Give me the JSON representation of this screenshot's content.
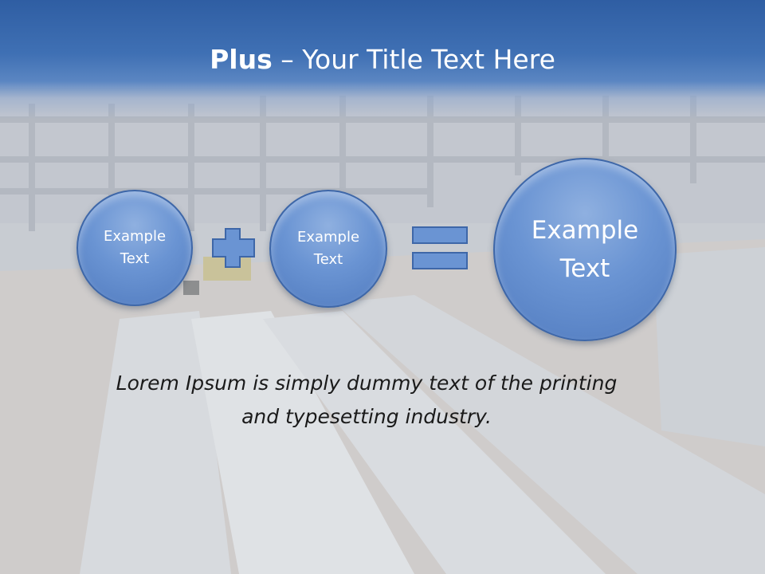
{
  "title": {
    "bold": "Plus",
    "rest": " – Your Title Text Here"
  },
  "circles": [
    {
      "label": "Example\nText"
    },
    {
      "label": "Example\nText"
    },
    {
      "label": "Example\nText"
    }
  ],
  "body": {
    "line1": "Lorem Ipsum is simply dummy text of the printing",
    "line2": "and typesetting industry."
  },
  "colors": {
    "header": "#2f5ea3",
    "circle_fill": "#6a94d3",
    "circle_border": "#3e67a8"
  },
  "icons": {
    "operator_1": "plus-icon",
    "operator_2": "equals-icon"
  }
}
